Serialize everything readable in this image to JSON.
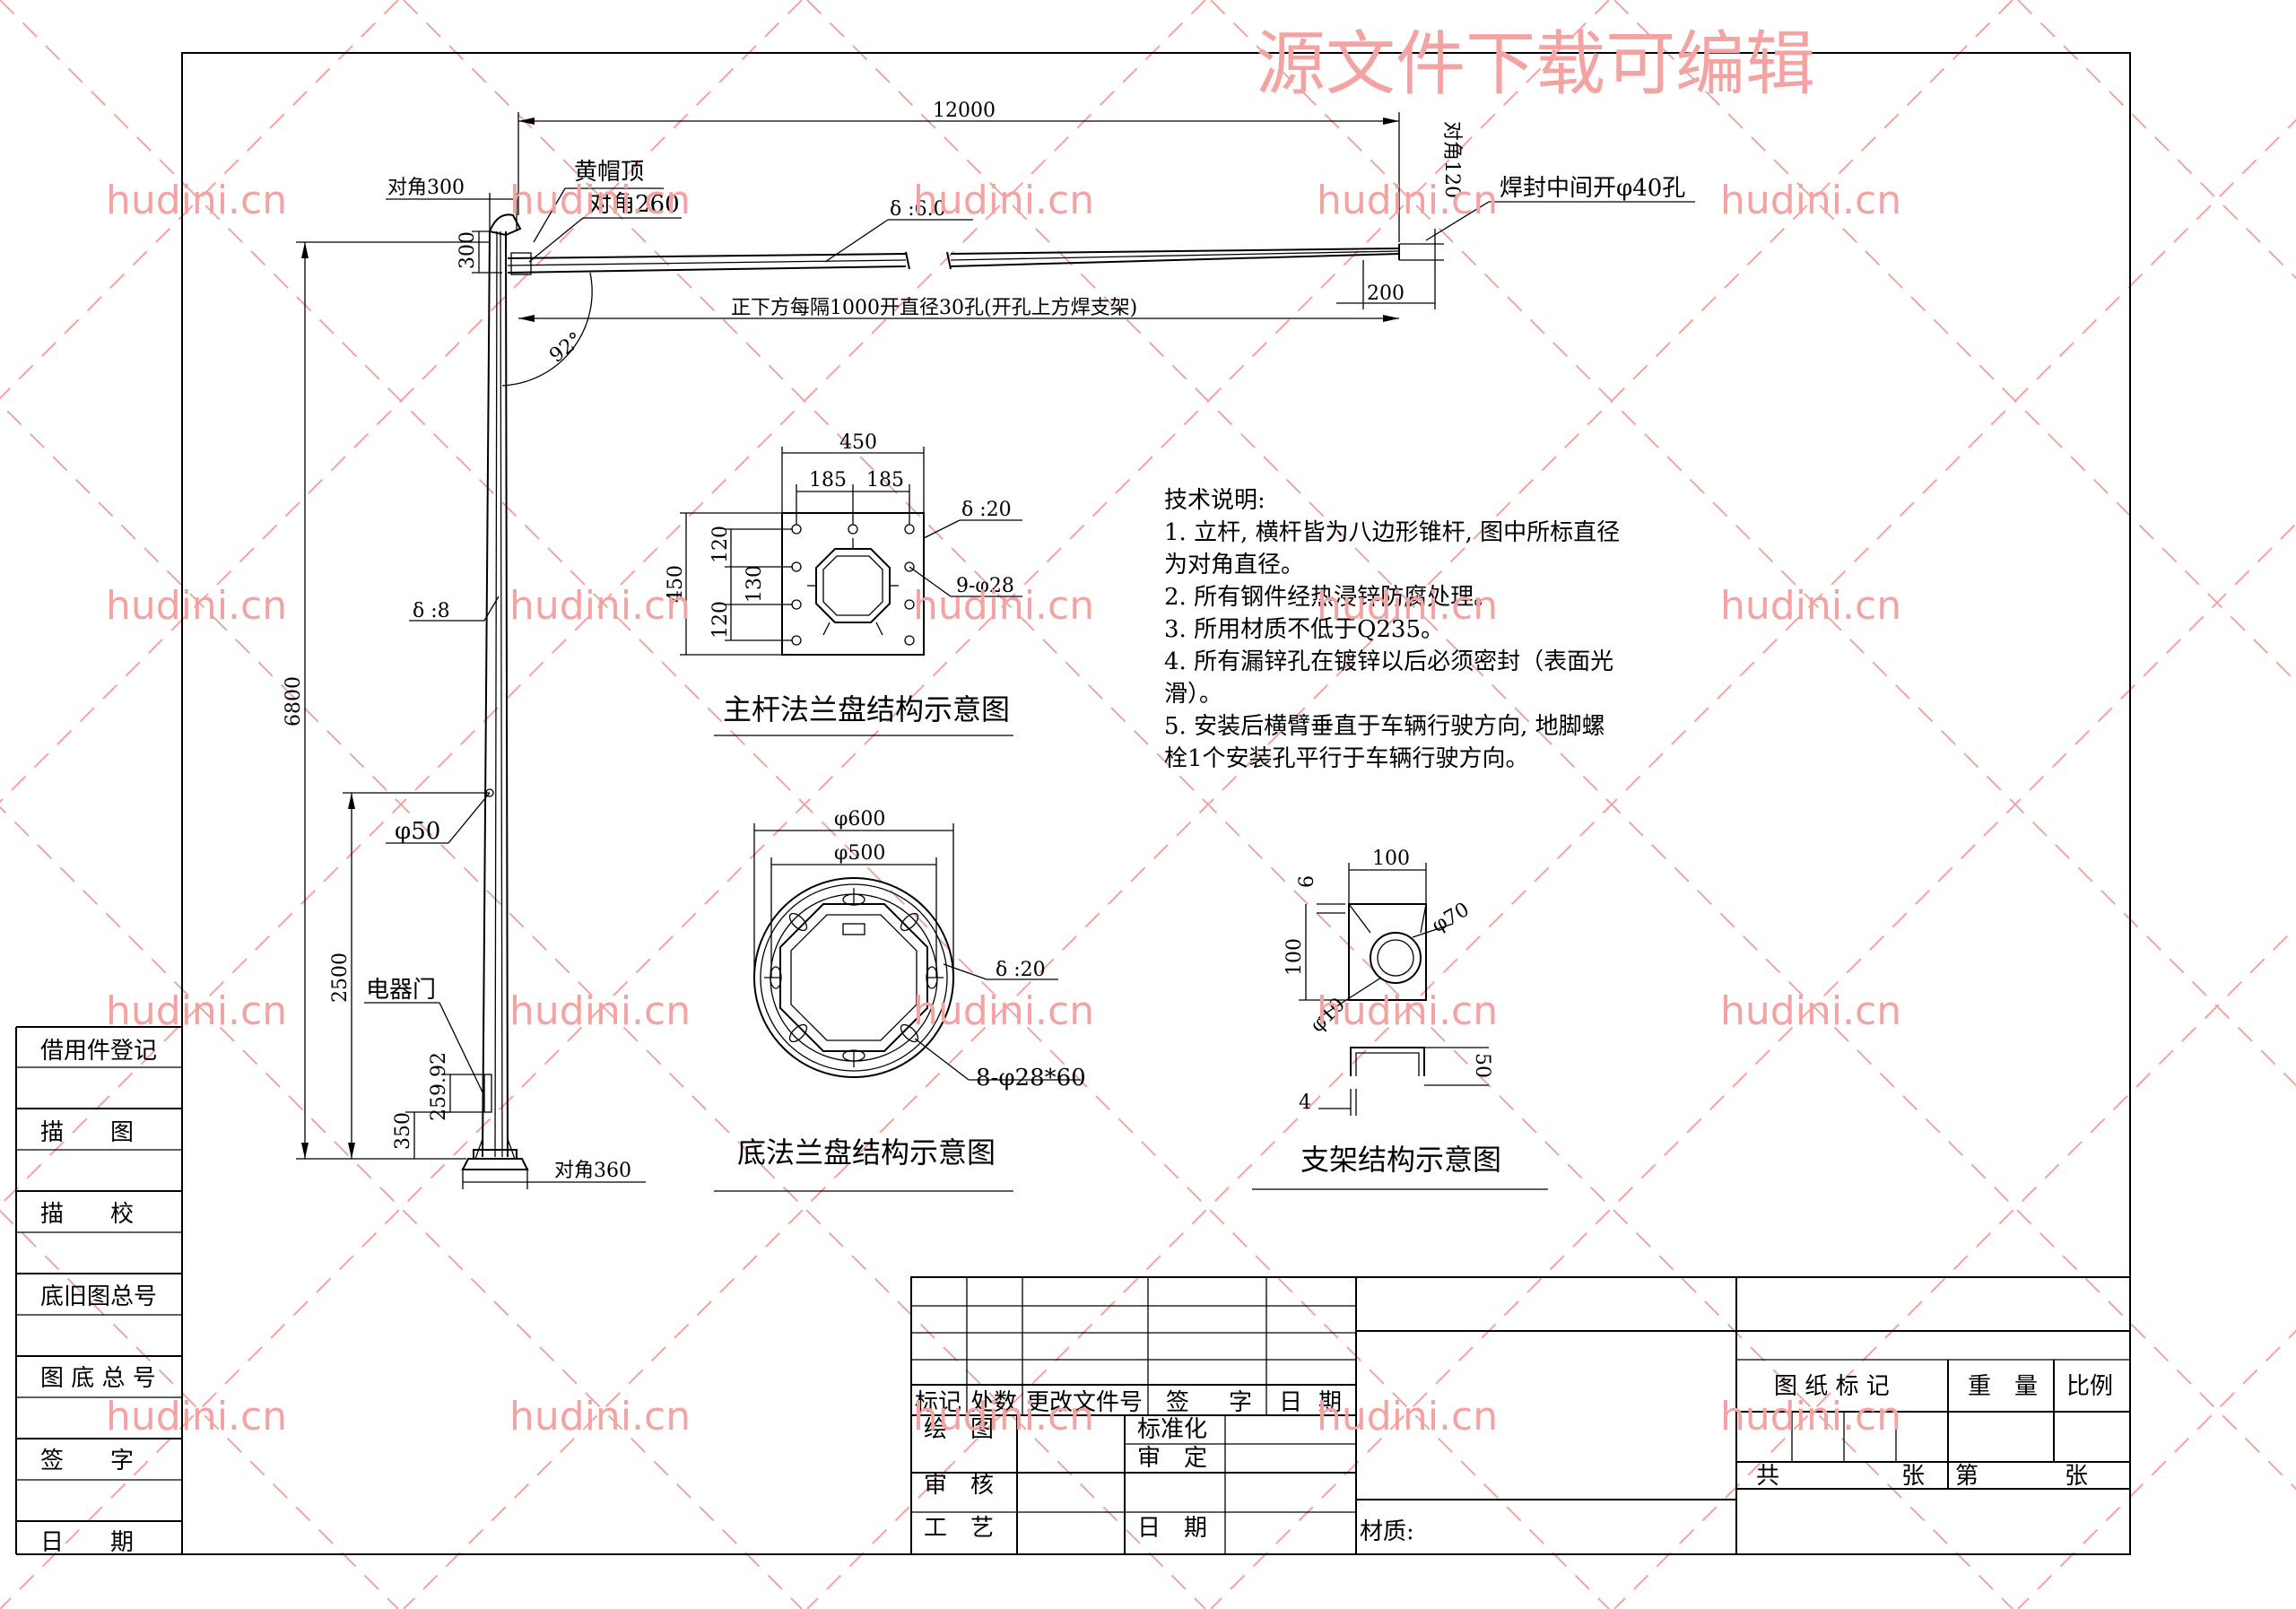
{
  "watermark": {
    "site": "hudini.cn",
    "title": "源文件下载可编辑",
    "color": "#f4a3a3"
  },
  "pole": {
    "arm_length": "12000",
    "tip_diag": "对角120",
    "cap_label": "黄帽顶",
    "top_diag": "对角300",
    "arm_root_diag": "对角260",
    "arm_thickness": "δ :6.0",
    "weld_note": "焊封中间开φ40孔",
    "height_300": "300",
    "dim_200": "200",
    "hole_note": "正下方每隔1000开直径30孔(开孔上方焊支架)",
    "angle": "92°",
    "pole_thickness": "δ :8",
    "height_total": "6800",
    "hole_dia": "φ50",
    "height_2500": "2500",
    "door_label": "电器门",
    "dim_259": "259.92",
    "dim_350": "350",
    "base_diag": "对角360"
  },
  "top_flange": {
    "width": "450",
    "spacing_a": "185",
    "spacing_b": "185",
    "thickness": "δ :20",
    "height": "450",
    "v1": "120",
    "v2": "130",
    "v3": "120",
    "holes": "9-φ28",
    "caption": "主杆法兰盘结构示意图"
  },
  "base_flange": {
    "outer": "φ600",
    "inner": "φ500",
    "thickness": "δ :20",
    "holes": "8-φ28*60",
    "caption": "底法兰盘结构示意图"
  },
  "bracket": {
    "width": "100",
    "d6": "6",
    "height": "100",
    "dia70": "φ70",
    "dia10": "φ10",
    "d50": "50",
    "d4": "4",
    "caption": "支架结构示意图"
  },
  "tech_notes": {
    "heading": "技术说明:",
    "lines": [
      "1. 立杆, 横杆皆为八边形锥杆, 图中所标直径",
      "为对角直径。",
      "2. 所有钢件经热浸锌防腐处理。",
      "3. 所用材质不低于Q235。",
      "4. 所有漏锌孔在镀锌以后必须密封（表面光",
      "滑）。",
      "5. 安装后横臂垂直于车辆行驶方向, 地脚螺",
      "栓1个安装孔平行于车辆行驶方向。"
    ]
  },
  "left_strip": {
    "rows": [
      "借用件登记",
      "描　　图",
      "描　　校",
      "底旧图总号",
      "图 底 总 号",
      "签　　字",
      "日　　期"
    ]
  },
  "title_block": {
    "rev_headers": [
      "标记",
      "处数",
      "更改文件号",
      "签",
      "字",
      "日",
      "期"
    ],
    "draw": "绘　图",
    "standard": "标准化",
    "approve": "审　定",
    "review": "审　核",
    "process": "工　艺",
    "date": "日　期",
    "material": "材质:",
    "mark": "图 纸 标 记",
    "weight": "重　量",
    "scale": "比例",
    "total": "共",
    "sheets": "张",
    "sheet_no": "第",
    "sheets2": "张"
  }
}
